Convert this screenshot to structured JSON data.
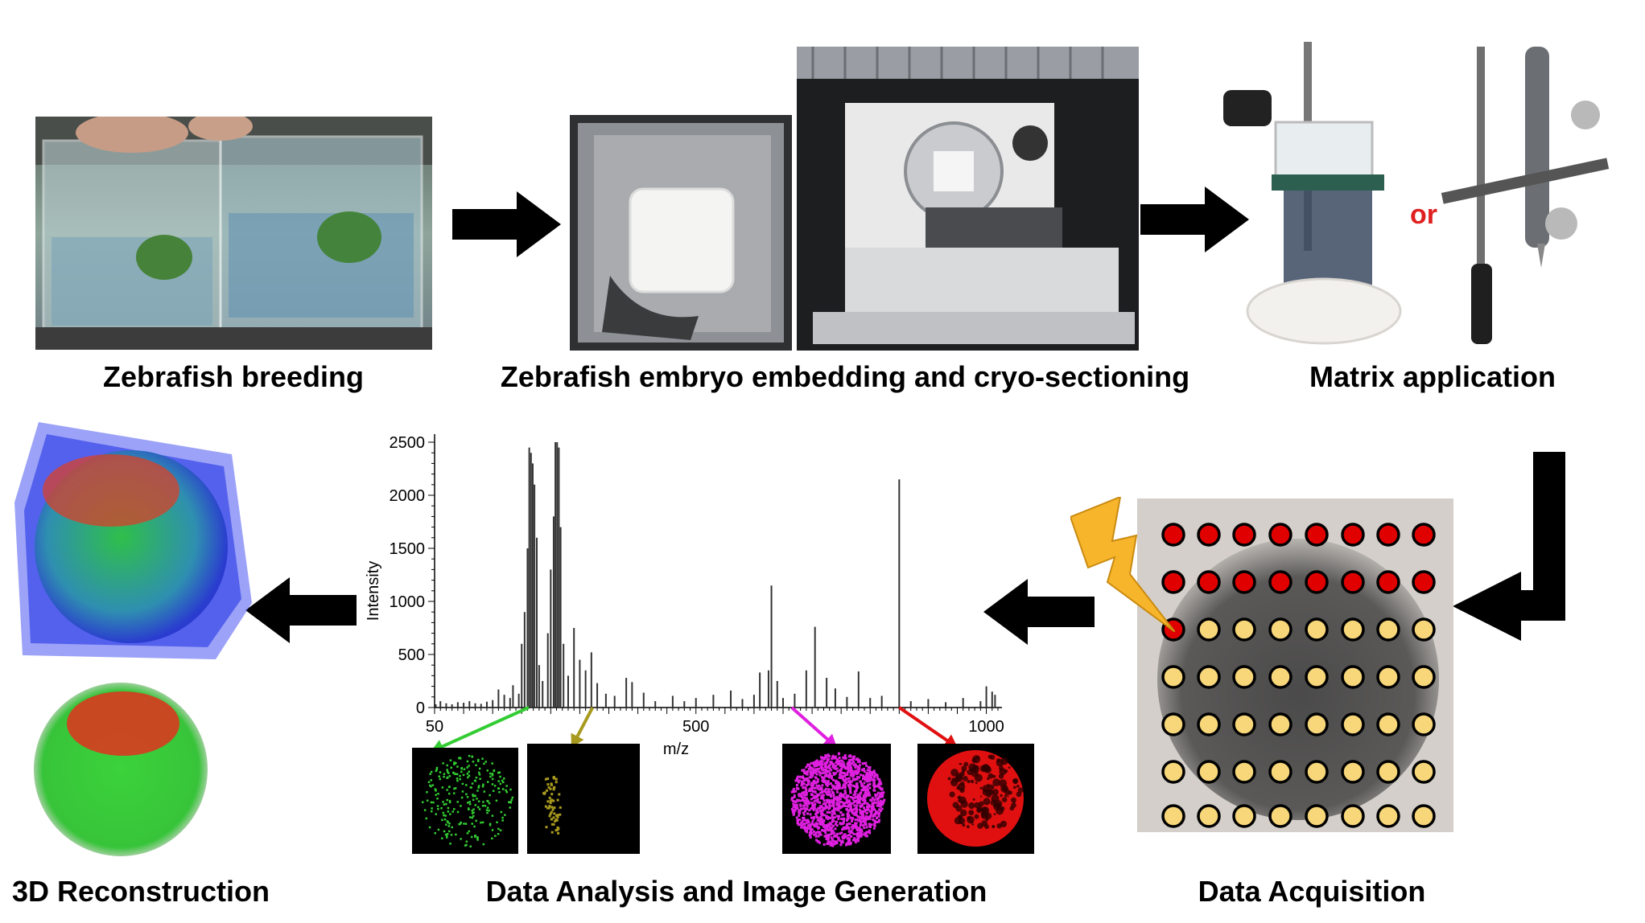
{
  "captions": {
    "breeding": "Zebrafish breeding",
    "embedding": "Zebrafish embryo embedding and cryo-sectioning",
    "matrix": "Matrix application",
    "acquisition": "Data Acquisition",
    "analysis": "Data Analysis and Image Generation",
    "reconstruction": "3D Reconstruction"
  },
  "or_label": "or",
  "colors": {
    "ablated_spot": "#e00000",
    "pending_spot": "#f8d77a",
    "laser": "#f7b52c",
    "green_ion": "#33cc33",
    "olive_ion": "#a89a1e",
    "magenta_ion": "#e020e0",
    "red_ion": "#e01010"
  },
  "acquisition_grid": {
    "rows": 7,
    "cols": 8,
    "ablated_rows": 2,
    "ablated_extra_cols_row3": 1
  },
  "chart_data": {
    "type": "bar",
    "xlabel": "m/z",
    "ylabel": "Intensity",
    "xlim": [
      50,
      1020
    ],
    "ylim": [
      0,
      2500
    ],
    "xticks": [
      "50",
      "500",
      "1000"
    ],
    "yticks": [
      "0",
      "500",
      "1000",
      "1500",
      "2000",
      "2500"
    ],
    "peaks": [
      [
        52,
        30
      ],
      [
        60,
        60
      ],
      [
        70,
        40
      ],
      [
        80,
        30
      ],
      [
        90,
        50
      ],
      [
        100,
        45
      ],
      [
        110,
        60
      ],
      [
        120,
        40
      ],
      [
        130,
        35
      ],
      [
        140,
        55
      ],
      [
        150,
        70
      ],
      [
        160,
        170
      ],
      [
        170,
        120
      ],
      [
        180,
        90
      ],
      [
        185,
        210
      ],
      [
        195,
        130
      ],
      [
        200,
        600
      ],
      [
        205,
        900
      ],
      [
        210,
        1500
      ],
      [
        213,
        2450
      ],
      [
        216,
        2400
      ],
      [
        219,
        2300
      ],
      [
        222,
        2100
      ],
      [
        226,
        1600
      ],
      [
        230,
        400
      ],
      [
        236,
        250
      ],
      [
        245,
        700
      ],
      [
        250,
        1300
      ],
      [
        255,
        1800
      ],
      [
        258,
        2500
      ],
      [
        261,
        2500
      ],
      [
        264,
        2450
      ],
      [
        267,
        1700
      ],
      [
        272,
        600
      ],
      [
        280,
        300
      ],
      [
        290,
        750
      ],
      [
        300,
        450
      ],
      [
        310,
        350
      ],
      [
        320,
        520
      ],
      [
        330,
        230
      ],
      [
        345,
        130
      ],
      [
        360,
        110
      ],
      [
        380,
        280
      ],
      [
        390,
        240
      ],
      [
        410,
        140
      ],
      [
        430,
        60
      ],
      [
        460,
        110
      ],
      [
        480,
        60
      ],
      [
        500,
        90
      ],
      [
        530,
        120
      ],
      [
        560,
        160
      ],
      [
        580,
        80
      ],
      [
        600,
        120
      ],
      [
        610,
        330
      ],
      [
        625,
        350
      ],
      [
        630,
        1150
      ],
      [
        640,
        250
      ],
      [
        650,
        90
      ],
      [
        670,
        130
      ],
      [
        690,
        350
      ],
      [
        705,
        760
      ],
      [
        725,
        280
      ],
      [
        740,
        180
      ],
      [
        760,
        100
      ],
      [
        780,
        340
      ],
      [
        800,
        90
      ],
      [
        820,
        110
      ],
      [
        850,
        2150
      ],
      [
        870,
        60
      ],
      [
        900,
        80
      ],
      [
        930,
        50
      ],
      [
        960,
        90
      ],
      [
        990,
        60
      ],
      [
        1000,
        200
      ],
      [
        1010,
        150
      ],
      [
        1015,
        120
      ]
    ]
  }
}
